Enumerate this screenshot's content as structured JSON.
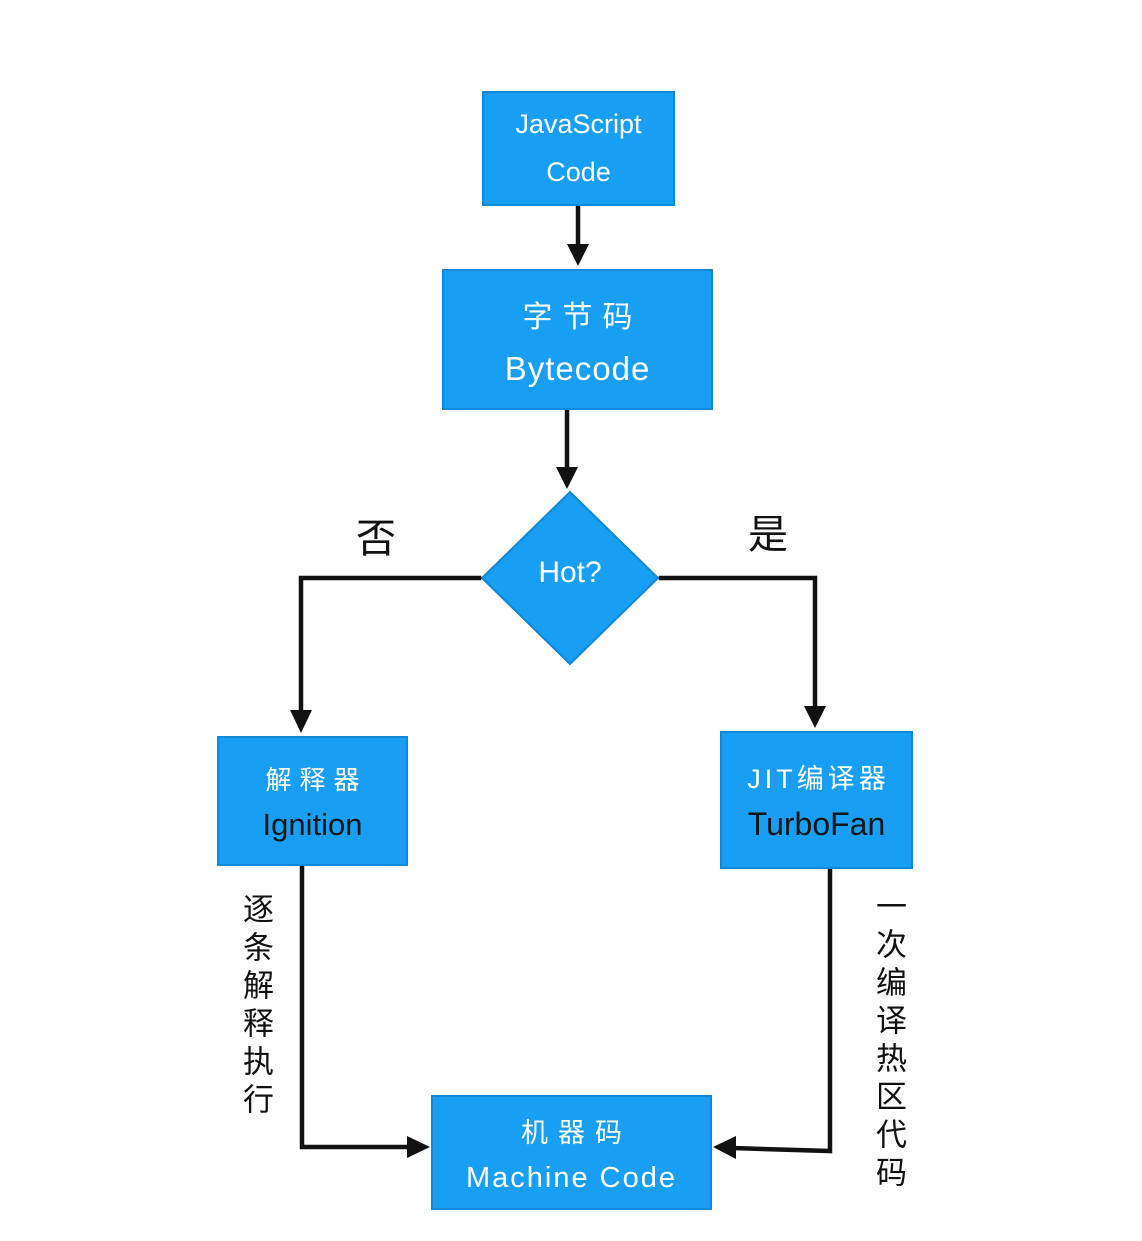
{
  "diagram": {
    "nodes": {
      "js_code": {
        "line1": "JavaScript",
        "line2": "Code"
      },
      "bytecode": {
        "zh": "字节码",
        "en": "Bytecode"
      },
      "hot": {
        "label": "Hot?"
      },
      "interpreter": {
        "zh": "解释器",
        "en": "Ignition"
      },
      "jit": {
        "zh": "JIT编译器",
        "en": "TurboFan"
      },
      "machine": {
        "zh": "机器码",
        "en": "Machine Code"
      }
    },
    "edges": {
      "no_label": "否",
      "yes_label": "是",
      "left_note": "逐条解释执行",
      "right_note": "一次编译热区代码"
    },
    "colors": {
      "node_fill": "#189ef3",
      "line": "#111111",
      "text_on_node": "#ffffff",
      "text_dark": "#151515"
    }
  }
}
